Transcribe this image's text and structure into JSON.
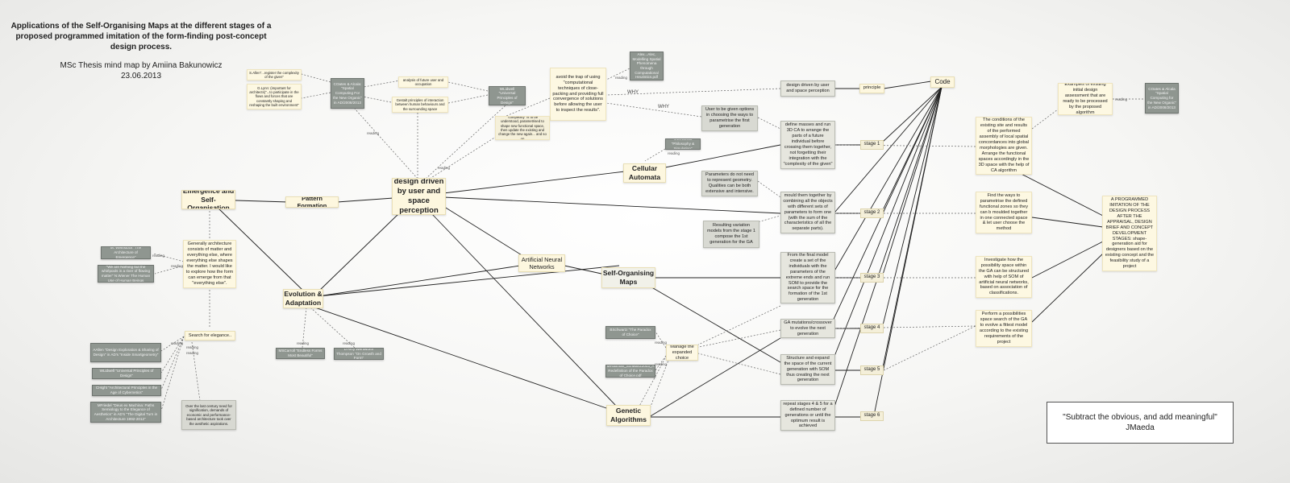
{
  "header": {
    "title": "Applications of the Self-Organising Maps at the different stages of a proposed programmed imitation of the form-finding post-concept design process.",
    "subtitle": "MSc Thesis mind map by Amiina Bakunowicz",
    "date": "23.06.2013"
  },
  "quote": {
    "text": "\"Subtract the obvious, and add meaningful\"",
    "author": "JMaeda"
  },
  "link_labels": {
    "reading": "reading",
    "why": "WHY"
  },
  "nodes": {
    "emergence": "Emergence and Self-Organisation",
    "pattern": "Pattern Formation",
    "design": "design driven by user and space perception",
    "ca": "Cellular Automata",
    "ann": "Artificial Neural Networks",
    "som": "Self-Organising Maps",
    "evolution": "Evolution & Adaptation",
    "ga": "Genetic Algorithms",
    "code": "Code",
    "principle": "principle",
    "manage": "Manage the expanded choice",
    "search": "Search for elegance..",
    "stage1": "stage 1",
    "stage2": "stage 2",
    "stage3": "stage 3",
    "stage4": "stage 4",
    "stage5": "stage 5",
    "stage6": "stage 6",
    "programmed": "A PROGRAMMED IMITATION OF THE DESIGN PROCESS AFTER THE APPRAISAL, DESIGN BRIEF AND CONCEPT DEVELOPMENT STAGES: shape-generation aid for designers based on the existing concept and the feasibility study of a project"
  },
  "texts": {
    "design_perception": "design driven by user and space perception",
    "avoid_trap": "avoid the trap of using \"computational techniques of close-packing and providing full convergence of solutions before allowing the user to inspect the results\".",
    "user_options": "User to be given options in choosing the ways to parametrise the first generation",
    "params_geometry": "Parameters do not need to represent geometry. Qualities can be both extensive and intensive.",
    "resulting_models": "Resulting variation models from the stage 1 compose the 1st generation for the GA",
    "define_masses": "define masses and run 3D CA to arrange the parts of a future individual before crossing them together, not forgetting their integration with the \"complexity of the given\"",
    "mould": "mould them together by combining all the objects with different sets of parameters to form one (with the sum of the characteristics of all the separate parts).",
    "final_model": "From the final model create a set of the individuals with the parameters of the extreme ends and run SOM to provide the search space for the formation of the 1st generation",
    "ga_mutations": "GA mutations/crossover to evolve the next generation",
    "structure_expand": "Structure and expand the space of the current generation with SOM thus creating the next generation",
    "repeat": "repeat stages 4 & 5 for a defined number of generations or until the optimum result is achieved",
    "examples": "Examples of existing initial design assessment that are ready to be processed by the proposed algorithm",
    "conditions": "The conditions of the existing site and results of the performed assembly of local spatial concordances into global morphologies are given. Arrange the functional spaces accordingly in the 3D space with the help of CA algorithm",
    "find_ways": "Find the ways to parametrise the defined functional zones so they can b moulded together in one connected space & let user choose the method",
    "investigate": "Investigate how the possibility space within the GA can be structured with help of SOM of artificial neural networks, based on association of classifications.",
    "perform": "Perform a possibilities space search of the GA to evolve a fittest model according to the existing requirements of the project",
    "generally": "Generally architecture consists of matter and everything else, where everything else shapes the matter. I would like to explore how the form can emerge from that \"everything else\".",
    "over_century": "Over the last century need for signification, demands of economic and performance-based architecture took over the aesthetic aspirations.",
    "s_allen": "S.Allen\"...register the complexity of the given\"",
    "g_lynn": "G.Lynn: (important for architects)\"...to participate in the flows and forces that are constantly shaping and reshaping the built environment\"",
    "analysis_user": "analysis of future user and occupation",
    "gestalt": "Gestalt principles of interaction between human behaviours and the surrounding space",
    "complexity": "\"complexity\" is to be understood, parametrised to shape new functional space, then update the existing and change the new again... and so on",
    "r_coates": "COates & Alcala: \"Spatial Computing For the New Organic\" in AD/2008/2013",
    "r_lidwell": "WLidwell \"Universal Principles of Design\"",
    "r_alex": "Alex...Alec, Modelling Spatial Phenomena through Computational Heuristics.pdf",
    "r_mclaren": "MDeLanda \"Philosophy & Simulation\"",
    "r_coates2": "COates & Alcala \"Spatial Computing for the New Organic\" in AD/2008/2013",
    "r_weinstock": "M. Weinstock \"The Architecture of Emergence\"",
    "r_nothing": "\"We are Nothing but the whirlpools in a river of flowing matter\" N.Wiener The Human Use of Human Beings",
    "r_sorry": "BSchwartz \"The Paradox of Choice\"",
    "r_mroom": "MFlaxman_Schwartz2003_A Redefinition of the Paradox of Choice.pdf",
    "r_mccarl": "MSCarroll \"Endless Forms Most Beautiful\"",
    "r_darcy": "D'Arcy Wentworth Thompson \"On Growth and Form\"",
    "r_allen": "AAllen \"Design Exploration & Sharing of Design\" in AD's \"Inside Smartgeometry\"",
    "r_lidwell2": "WLidwell \"Universal Principles of Design\"",
    "r_ongh": "CHight \"Architectural Principles in the Age of Cybernetics\"",
    "r_mfriedel": "MFriedel \"Deus ex Machina: Paths Semiology to the Elegance of Aesthetics\" in AD's \"The Digital Turn in Architecture 1992-2012\""
  }
}
